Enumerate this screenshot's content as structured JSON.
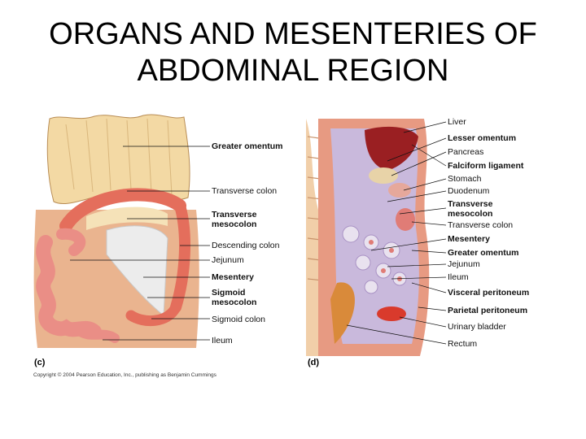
{
  "title": {
    "line1": "ORGANS AND MESENTERIES OF",
    "line2": "ABDOMINAL REGION"
  },
  "figure_c": {
    "panel_label": "(c)",
    "labels": [
      {
        "text": "Greater omentum",
        "bold": true
      },
      {
        "text": "Transverse colon",
        "bold": false
      },
      {
        "text": "Transverse",
        "bold": true
      },
      {
        "text": "mesocolon",
        "bold": true
      },
      {
        "text": "Descending colon",
        "bold": false
      },
      {
        "text": "Jejunum",
        "bold": false
      },
      {
        "text": "Mesentery",
        "bold": true
      },
      {
        "text": "Sigmoid",
        "bold": true
      },
      {
        "text": "mesocolon",
        "bold": true
      },
      {
        "text": "Sigmoid colon",
        "bold": false
      },
      {
        "text": "Ileum",
        "bold": false
      }
    ]
  },
  "figure_d": {
    "panel_label": "(d)",
    "labels": [
      {
        "text": "Liver",
        "bold": false
      },
      {
        "text": "Lesser omentum",
        "bold": true
      },
      {
        "text": "Pancreas",
        "bold": false
      },
      {
        "text": "Falciform ligament",
        "bold": true
      },
      {
        "text": "Stomach",
        "bold": false
      },
      {
        "text": "Duodenum",
        "bold": false
      },
      {
        "text": "Transverse",
        "bold": true
      },
      {
        "text": "mesocolon",
        "bold": true
      },
      {
        "text": "Transverse colon",
        "bold": false
      },
      {
        "text": "Mesentery",
        "bold": true
      },
      {
        "text": "Greater omentum",
        "bold": true
      },
      {
        "text": "Jejunum",
        "bold": false
      },
      {
        "text": "Ileum",
        "bold": false
      },
      {
        "text": "Visceral peritoneum",
        "bold": true
      },
      {
        "text": "Parietal peritoneum",
        "bold": true
      },
      {
        "text": "Urinary bladder",
        "bold": false
      },
      {
        "text": "Rectum",
        "bold": false
      }
    ]
  },
  "copyright": "Copyright © 2004 Pearson Education, Inc., publishing as Benjamin Cummings",
  "colors": {
    "omentum": "#f3d9a4",
    "intestine": "#e8847a",
    "peritoneum_cavity": "#c9b9dc",
    "spine": "#f1cfa9",
    "liver": "#9a1f22",
    "body_wall": "#e79a82"
  }
}
